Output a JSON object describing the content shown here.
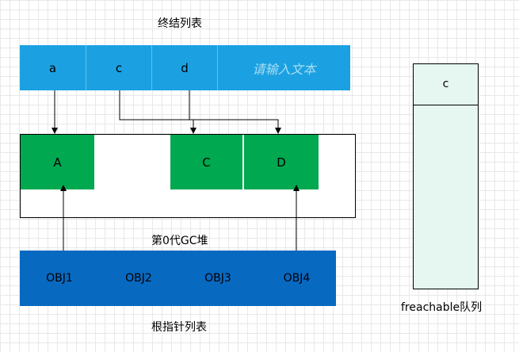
{
  "finalization_list": {
    "title": "终结列表",
    "entries": [
      "a",
      "c",
      "d"
    ],
    "placeholder": "请输入文本"
  },
  "gc_heap": {
    "title": "第0代GC堆",
    "objects": [
      "A",
      "C",
      "D"
    ]
  },
  "root_list": {
    "title": "根指针列表",
    "entries": [
      "OBJ1",
      "OBJ2",
      "OBJ3",
      "OBJ4"
    ]
  },
  "freachable_queue": {
    "title": "freachable队列",
    "entries": [
      "c"
    ]
  }
}
